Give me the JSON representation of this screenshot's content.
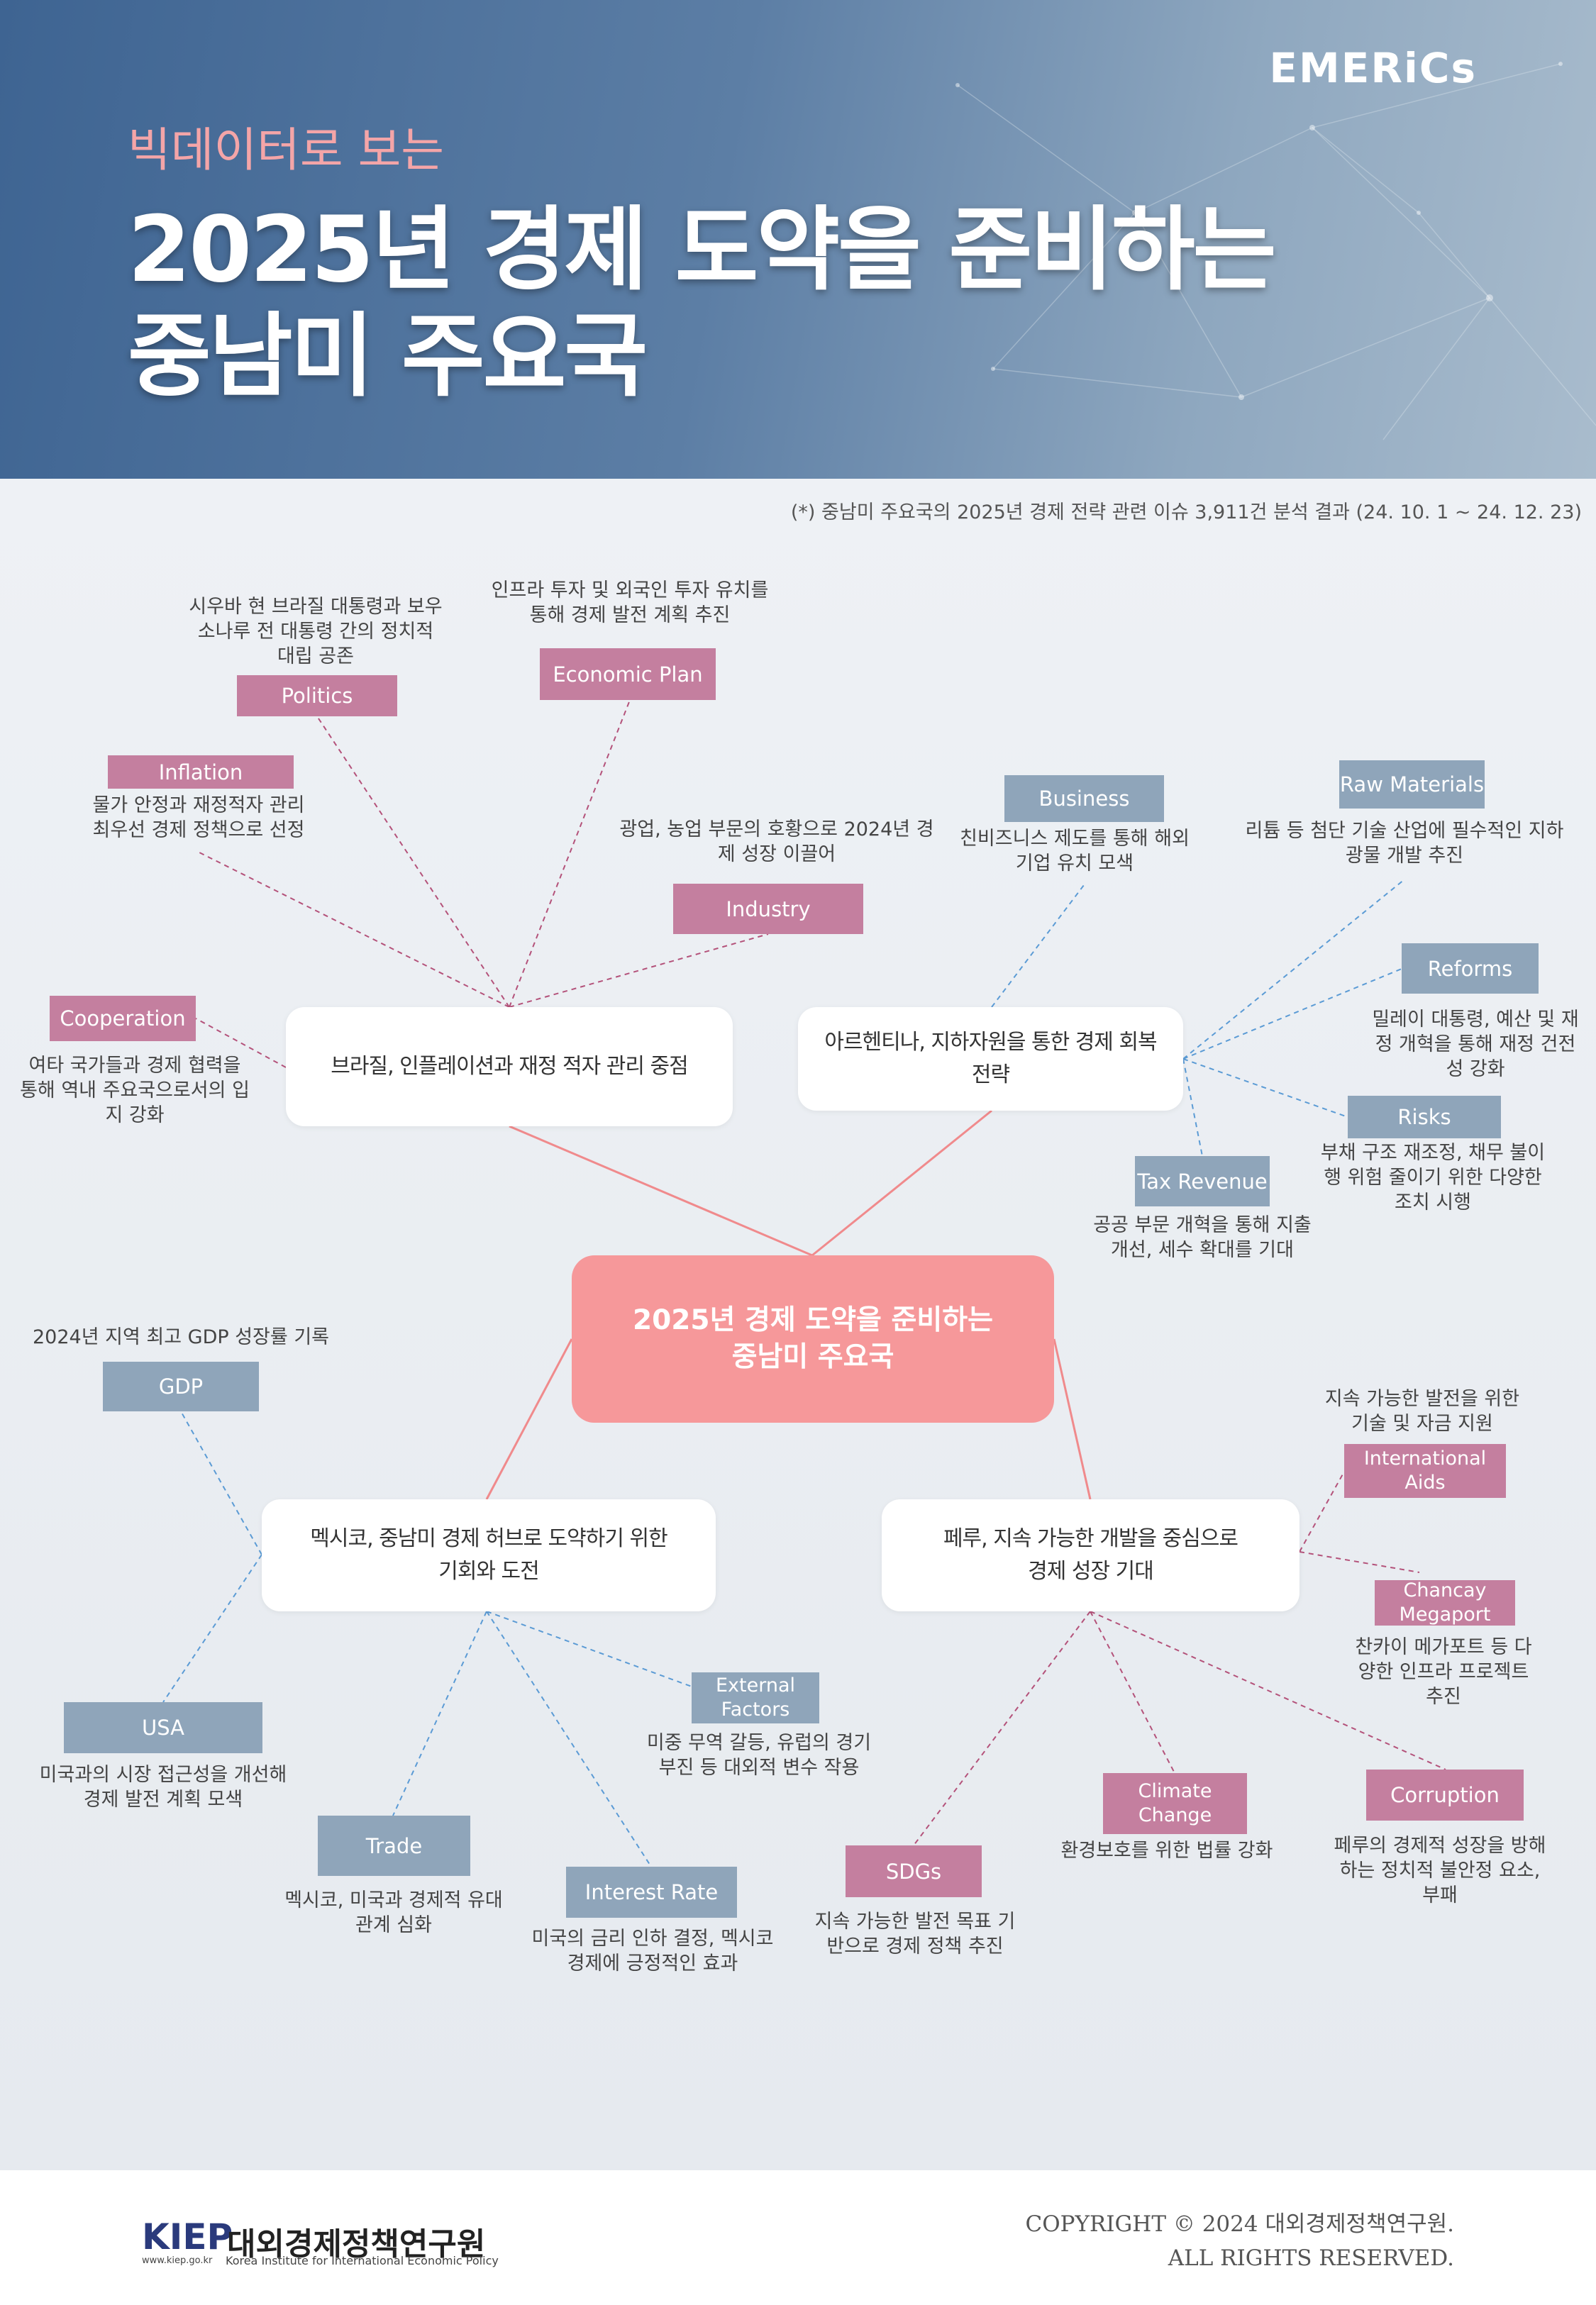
{
  "header": {
    "brand": "EMERiCs",
    "subtitle": "빅데이터로 보는",
    "title_line1": "2025년 경제 도약을 준비하는",
    "title_line2": "중남미 주요국"
  },
  "note": "(*) 중남미 주요국의 2025년 경제 전략 관련 이슈 3,911건 분석 결과 (24. 10. 1 ~ 24. 12. 23)",
  "center": {
    "line1": "2025년 경제 도약을 준비하는",
    "line2": "중남미 주요국"
  },
  "branches": {
    "brazil": "브라질, 인플레이션과 재정 적자 관리 중점",
    "argentina_1": "아르헨티나, 지하자원을 통한 경제 회복",
    "argentina_2": "전략",
    "mexico_1": "멕시코, 중남미 경제 허브로 도약하기 위한",
    "mexico_2": "기회와 도전",
    "peru_1": "페루, 지속 가능한 개발을 중심으로",
    "peru_2": "경제 성장 기대"
  },
  "tags": {
    "politics": "Politics",
    "economic_plan": "Economic Plan",
    "inflation": "Inflation",
    "industry": "Industry",
    "cooperation": "Cooperation",
    "business": "Business",
    "raw_materials": "Raw Materials",
    "reforms": "Reforms",
    "risks": "Risks",
    "tax_revenue": "Tax Revenue",
    "gdp": "GDP",
    "usa": "USA",
    "trade": "Trade",
    "interest_rate": "Interest Rate",
    "external_1": "External",
    "external_2": "Factors",
    "intl_1": "International",
    "intl_2": "Aids",
    "chancay_1": "Chancay",
    "chancay_2": "Megaport",
    "climate_1": "Climate",
    "climate_2": "Change",
    "corruption": "Corruption",
    "sdgs": "SDGs"
  },
  "descs": {
    "politics": [
      "시우바 현 브라질 대통령과 보우",
      "소나루 전 대통령 간의 정치적",
      "대립 공존"
    ],
    "economic_plan": [
      "인프라 투자 및 외국인 투자 유치를",
      "통해 경제 발전 계획 추진"
    ],
    "inflation": [
      "물가 안정과 재정적자 관리",
      "최우선 경제 정책으로 선정"
    ],
    "industry": [
      "광업, 농업 부문의 호황으로 2024년 경",
      "제 성장 이끌어"
    ],
    "cooperation": [
      "여타 국가들과 경제 협력을",
      "통해 역내 주요국으로서의 입",
      "지 강화"
    ],
    "business": [
      "친비즈니스 제도를 통해 해외",
      "기업 유치 모색"
    ],
    "raw_materials": [
      "리튬 등 첨단 기술 산업에 필수적인 지하",
      "광물 개발 추진"
    ],
    "reforms": [
      "밀레이 대통령, 예산 및 재",
      "정 개혁을 통해 재정 건전",
      "성 강화"
    ],
    "risks": [
      "부채 구조 재조정, 채무 불이",
      "행 위험 줄이기 위한 다양한",
      "조치 시행"
    ],
    "tax_revenue": [
      "공공 부문 개혁을 통해 지출",
      "개선, 세수 확대를 기대"
    ],
    "gdp": [
      "2024년 지역 최고 GDP 성장률 기록"
    ],
    "usa": [
      "미국과의 시장 접근성을 개선해",
      "경제 발전 계획 모색"
    ],
    "trade": [
      "멕시코, 미국과 경제적 유대",
      "관계 심화"
    ],
    "interest_rate": [
      "미국의 금리 인하 결정, 멕시코",
      "경제에 긍정적인 효과"
    ],
    "external": [
      "미중 무역 갈등, 유럽의 경기",
      "부진 등 대외적 변수 작용"
    ],
    "intl": [
      "지속 가능한 발전을 위한",
      "기술 및 자금 지원"
    ],
    "chancay": [
      "찬카이 메가포트 등 다",
      "양한 인프라 프로젝트",
      "추진"
    ],
    "climate": [
      "환경보호를 위한 법률 강화"
    ],
    "corruption": [
      "페루의 경제적 성장을 방해",
      "하는 정치적 불안정 요소,",
      "부패"
    ],
    "sdgs": [
      "지속 가능한 발전 목표 기",
      "반으로 경제 정책 추진"
    ]
  },
  "footer": {
    "logo_mark": "KIEP",
    "logo_ko": "대외경제정책연구원",
    "logo_url": "www.kiep.go.kr",
    "logo_en": "Korea Institute for International Economic Policy",
    "copyright_1": "COPYRIGHT © 2024 대외경제정책연구원.",
    "copyright_2": "ALL RIGHTS RESERVED."
  },
  "colors": {
    "center": "#f6989a",
    "tag_pink": "#c47f9f",
    "tag_blue": "#8fa5ba",
    "main_link": "#f08a8c"
  }
}
